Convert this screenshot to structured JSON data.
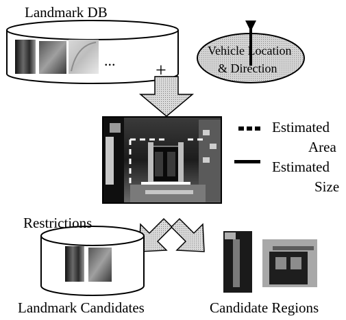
{
  "database": {
    "title": "Landmark DB",
    "ellipsis": "..."
  },
  "plus_sign": "+",
  "vehicle": {
    "line1": "Vehicle Location",
    "line2": "& Direction"
  },
  "legend": {
    "estimated_area_line1": "Estimated",
    "estimated_area_line2": "Area",
    "estimated_size_line1": "Estimated",
    "estimated_size_line2": "Size"
  },
  "restrictions": "Restrictions",
  "outputs": {
    "landmark_candidates": "Landmark Candidates",
    "candidate_regions": "Candidate Regions"
  }
}
